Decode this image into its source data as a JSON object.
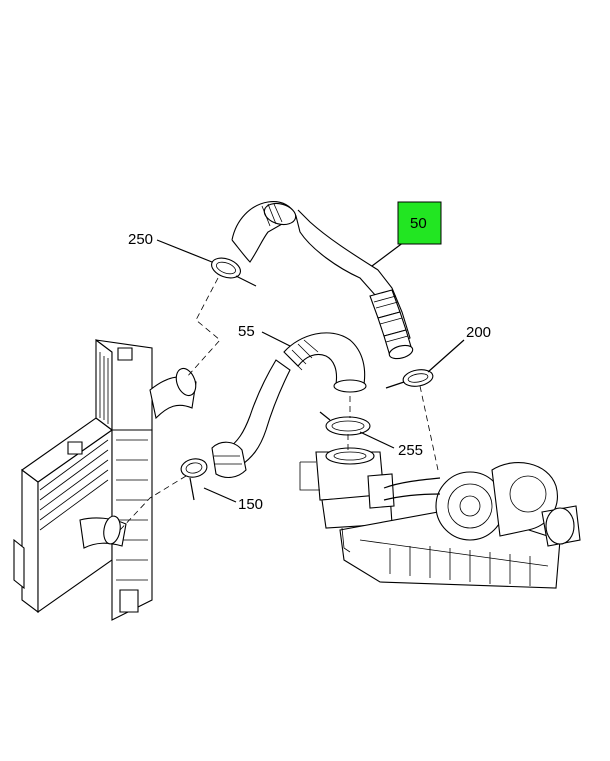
{
  "callouts": [
    {
      "id": "50",
      "label": "50",
      "selected": true
    },
    {
      "id": "250",
      "label": "250",
      "selected": false
    },
    {
      "id": "55",
      "label": "55",
      "selected": false
    },
    {
      "id": "200",
      "label": "200",
      "selected": false
    },
    {
      "id": "255",
      "label": "255",
      "selected": false
    },
    {
      "id": "150",
      "label": "150",
      "selected": false
    }
  ],
  "colors": {
    "highlight": "#22e622",
    "line": "#000000",
    "background": "#ffffff"
  }
}
